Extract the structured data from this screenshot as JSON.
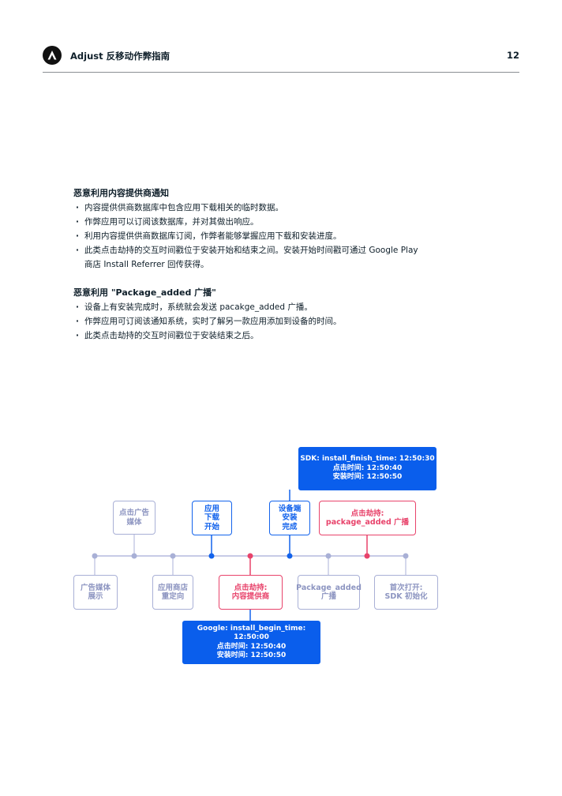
{
  "header": {
    "title": "Adjust 反移动作弊指南",
    "page_number": "12"
  },
  "section1": {
    "title": "恶意利用内容提供商通知",
    "items": [
      "内容提供供商数据库中包含应用下载相关的临时数据。",
      "作弊应用可以订阅该数据库，并对其做出响应。",
      "利用内容提供供商数据库订阅，作弊者能够掌握应用下载和安装进度。",
      "此类点击劫持的交互时间戳位于安装开始和结束之间。安装开始时间戳可通过 Google Play",
      "商店 Install Referrer 回传获得。"
    ]
  },
  "section2": {
    "title": "恶意利用 \"Package_added 广播\"",
    "items": [
      "设备上有安装完成时，系统就会发送 pacakge_added 广播。",
      "作弊应用可订阅该通知系统，实时了解另一款应用添加到设备的时间。",
      "此类点击劫持的交互时间戳位于安装结束之后。"
    ]
  },
  "diagram": {
    "colors": {
      "grey": "#a9b0d6",
      "blue": "#1363ec",
      "red": "#e8436b",
      "timeline": "#c7cbe6"
    },
    "top_boxes": [
      {
        "id": "click-ad-media",
        "text": "点击广告\n媒体",
        "style": "grey"
      },
      {
        "id": "app-download-start",
        "text": "应用\n下载\n开始",
        "style": "blue"
      },
      {
        "id": "device-install-complete",
        "text": "设备端\n安装\n完成",
        "style": "blue"
      },
      {
        "id": "hijack-package-added",
        "text": "点击劫持:\npackage_added 广播",
        "style": "red"
      }
    ],
    "bottom_boxes": [
      {
        "id": "ad-media-impression",
        "text": "广告媒体\n展示",
        "style": "grey"
      },
      {
        "id": "app-store-redirect",
        "text": "应用商店\n重定向",
        "style": "grey"
      },
      {
        "id": "hijack-content-provider",
        "text": "点击劫持:\n内容提供商",
        "style": "red"
      },
      {
        "id": "package-added-broadcast",
        "text": "Package_added\n广播",
        "style": "grey"
      },
      {
        "id": "first-open-sdk",
        "text": "首次打开:\nSDK 初始化",
        "style": "grey"
      }
    ],
    "sdk_info": "SDK: install_finish_time: 12:50:30\n点击时间: 12:50:40\n安装时间: 12:50:50",
    "google_info": "Google: install_begin_time: 12:50:00\n点击时间: 12:50:40\n安装时间: 12:50:50"
  }
}
